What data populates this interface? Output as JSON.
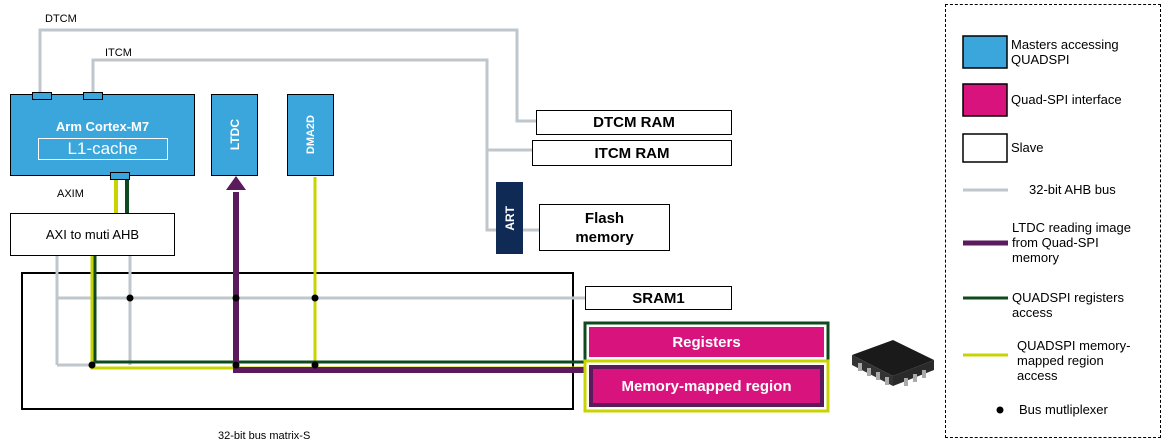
{
  "labels": {
    "dtcm": "DTCM",
    "itcm": "ITCM",
    "axim": "AXIM",
    "bus_matrix": "32-bit bus matrix-S"
  },
  "masters": {
    "cpu": "Arm Cortex-M7",
    "cache": "L1-cache",
    "ltdc": "LTDC",
    "dma2d": "DMA2D"
  },
  "blocks": {
    "axi": "AXI to muti AHB",
    "art": "ART",
    "dtcm_ram": "DTCM RAM",
    "itcm_ram": "ITCM RAM",
    "flash": "Flash memory",
    "sram1": "SRAM1",
    "registers": "Registers",
    "memory_mapped": "Memory-mapped region"
  },
  "legend": {
    "masters": "Masters accessing QUADSPI",
    "quadspi": "Quad-SPI interface",
    "slave": "Slave",
    "ahb": "32-bit AHB bus",
    "ltdc_read": "LTDC reading image from Quad-SPI memory",
    "reg_access": "QUADSPI registers access",
    "mem_access": "QUADSPI memory-mapped region access",
    "mux": "Bus mutliplexer"
  },
  "colors": {
    "master": "#3aa6dc",
    "quadspi": "#d9137e",
    "ahb": "#c0c7cc",
    "ltdc_path": "#5a1a5c",
    "reg_path": "#0f4a1e",
    "mem_path": "#c8d400",
    "art": "#0e2a55"
  }
}
